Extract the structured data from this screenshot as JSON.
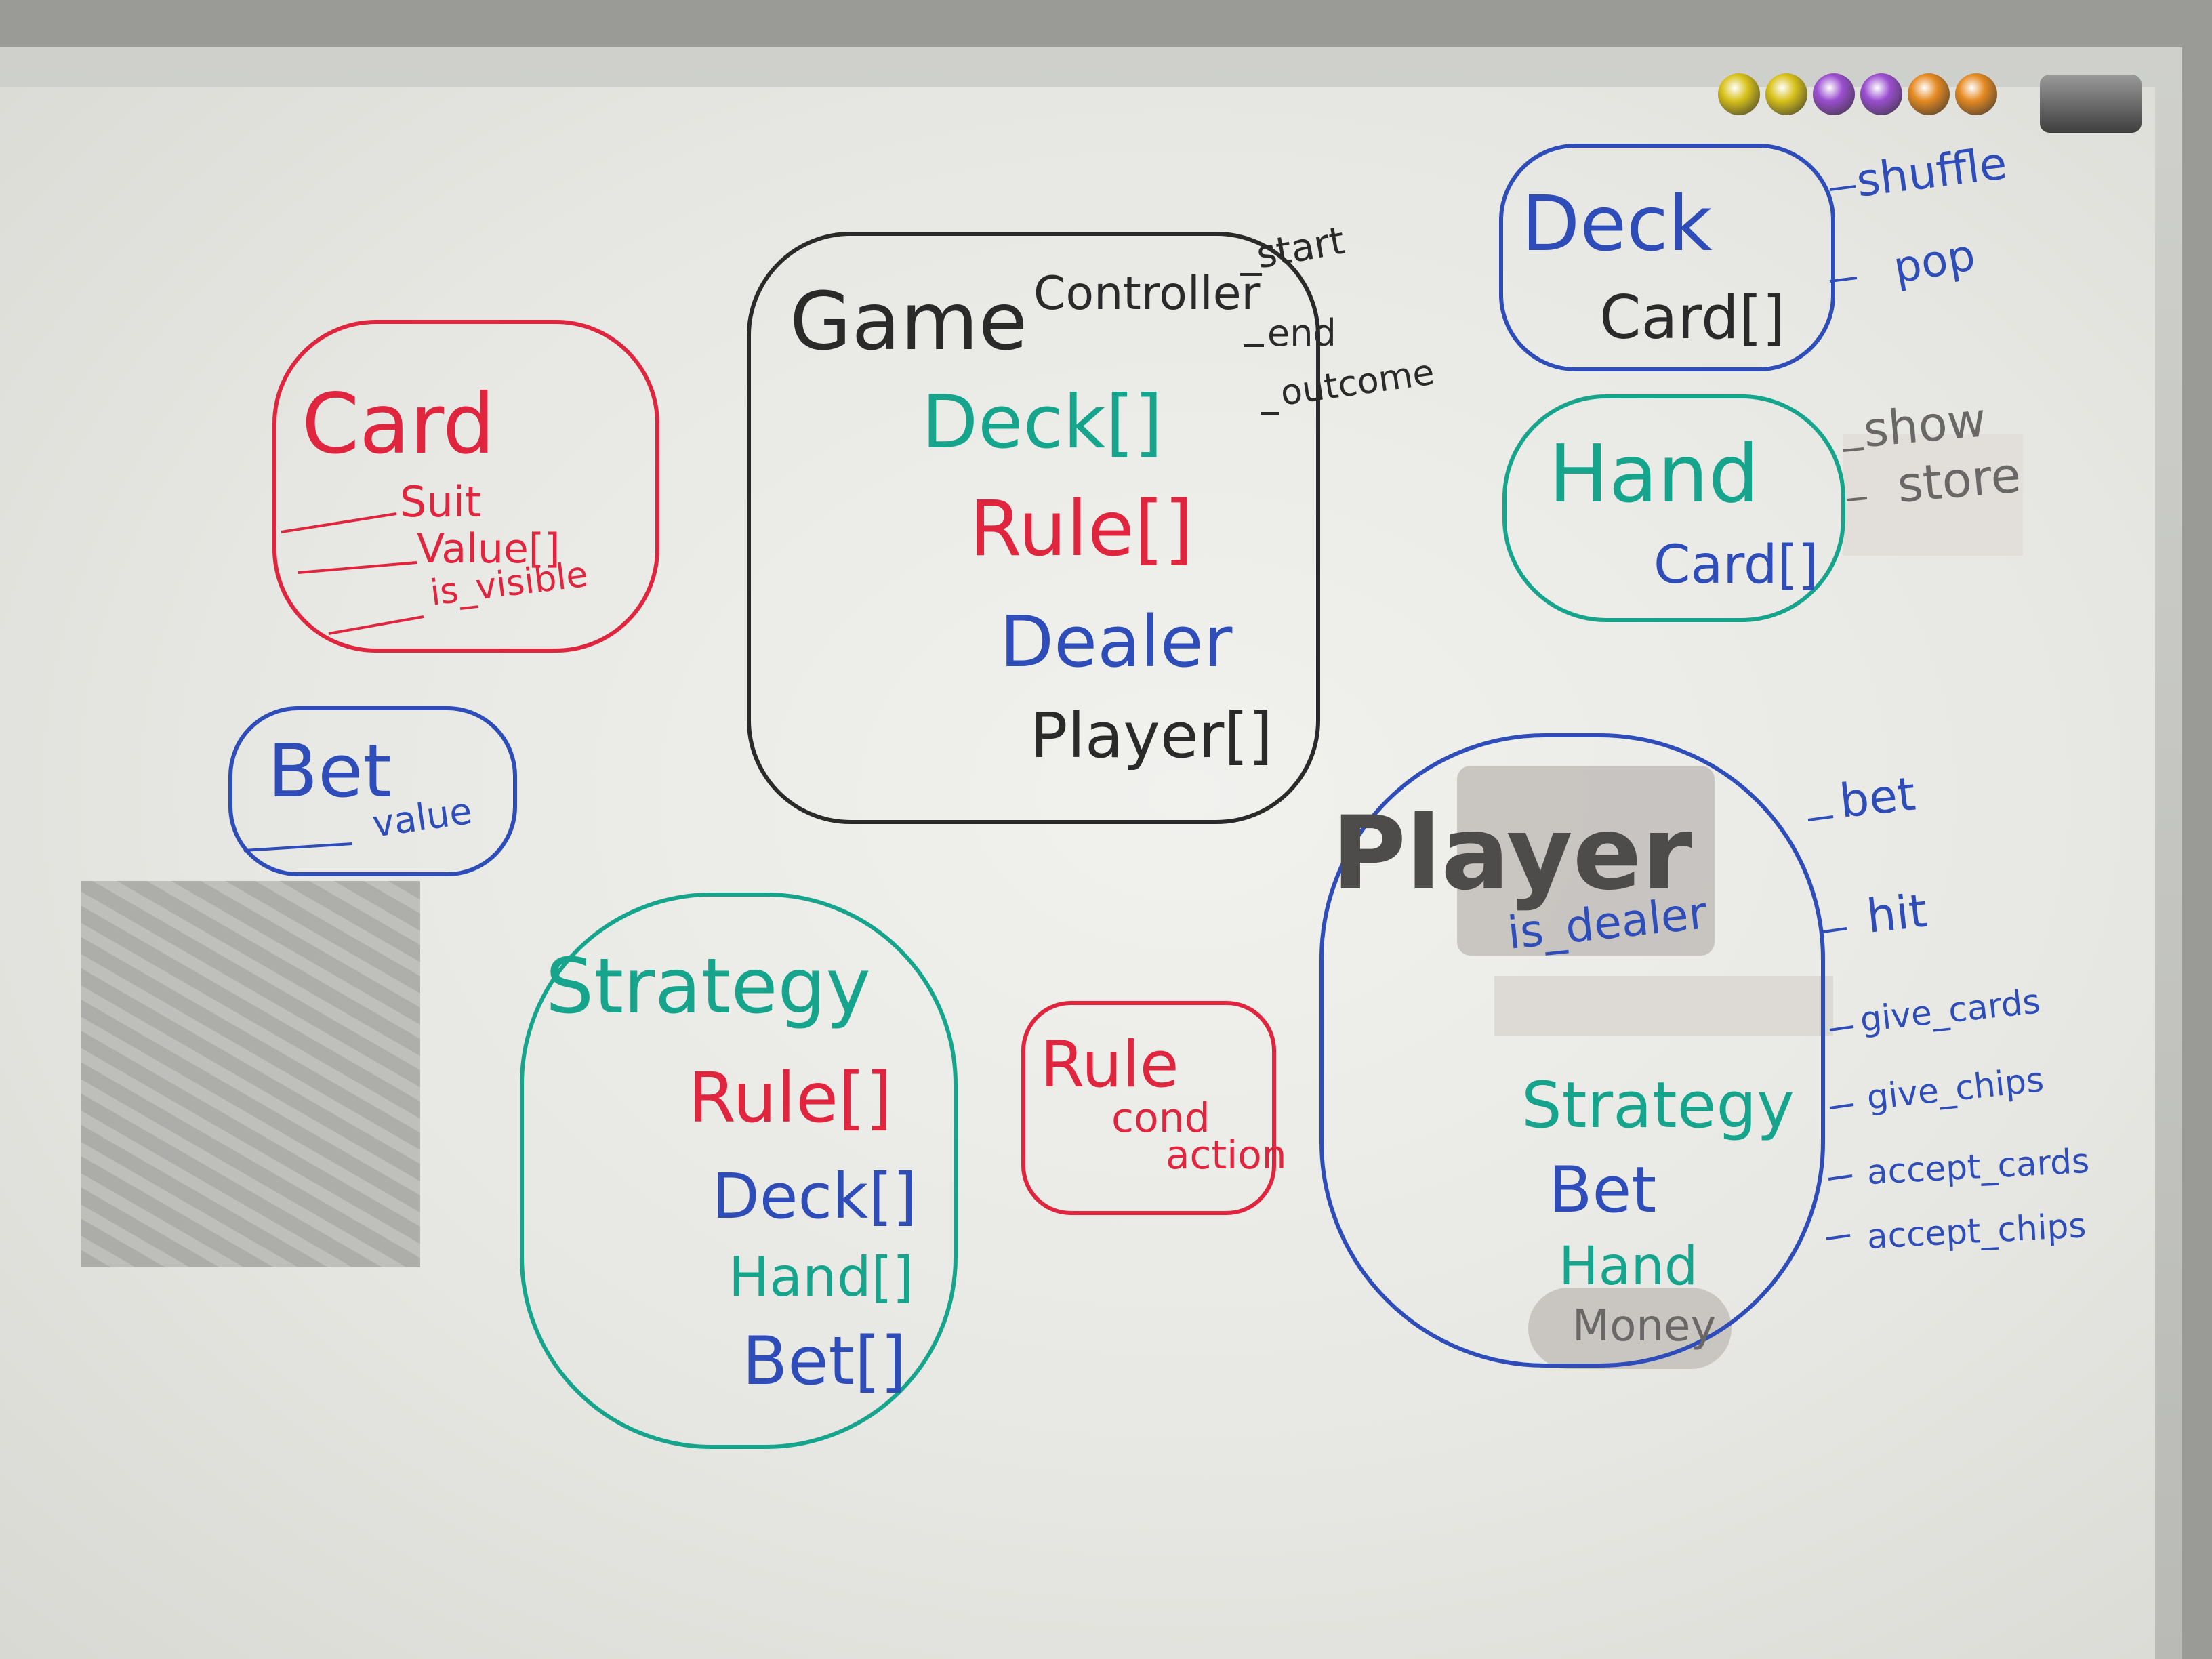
{
  "colors": {
    "pink": "#e0263f",
    "teal": "#16a58c",
    "blue": "#2e4db8",
    "black": "#2a2a2a"
  },
  "magnets": [
    "#d8c21a",
    "#d8c21a",
    "#9b4fd0",
    "#9b4fd0",
    "#e58a22",
    "#e58a22"
  ],
  "typed_label": "Controller",
  "game": {
    "title": "Game",
    "fields": [
      "Deck[]",
      "Rule[]",
      "Dealer",
      "Player[]"
    ],
    "methods": [
      "start",
      "end",
      "outcome"
    ]
  },
  "card": {
    "title": "Card",
    "fields": [
      "Suit",
      "Value[]",
      "is_visible"
    ]
  },
  "bet": {
    "title": "Bet",
    "fields": [
      "value"
    ]
  },
  "deck": {
    "title": "Deck",
    "fields": [
      "Card[]"
    ],
    "methods": [
      "shuffle",
      "pop"
    ]
  },
  "hand": {
    "title": "Hand",
    "fields": [
      "Card[]"
    ],
    "methods": [
      "show",
      "store"
    ]
  },
  "strategy": {
    "title": "Strategy",
    "fields": [
      "Rule[]",
      "Deck[]",
      "Hand[]",
      "Bet[]"
    ]
  },
  "rule": {
    "title": "Rule",
    "fields": [
      "cond",
      "action"
    ]
  },
  "player": {
    "title": "Player",
    "fields": [
      "is_dealer",
      "Strategy",
      "Bet",
      "Hand",
      "Money"
    ],
    "methods": [
      "bet",
      "hit",
      "give_cards",
      "give_chips",
      "accept_cards",
      "accept_chips"
    ]
  }
}
